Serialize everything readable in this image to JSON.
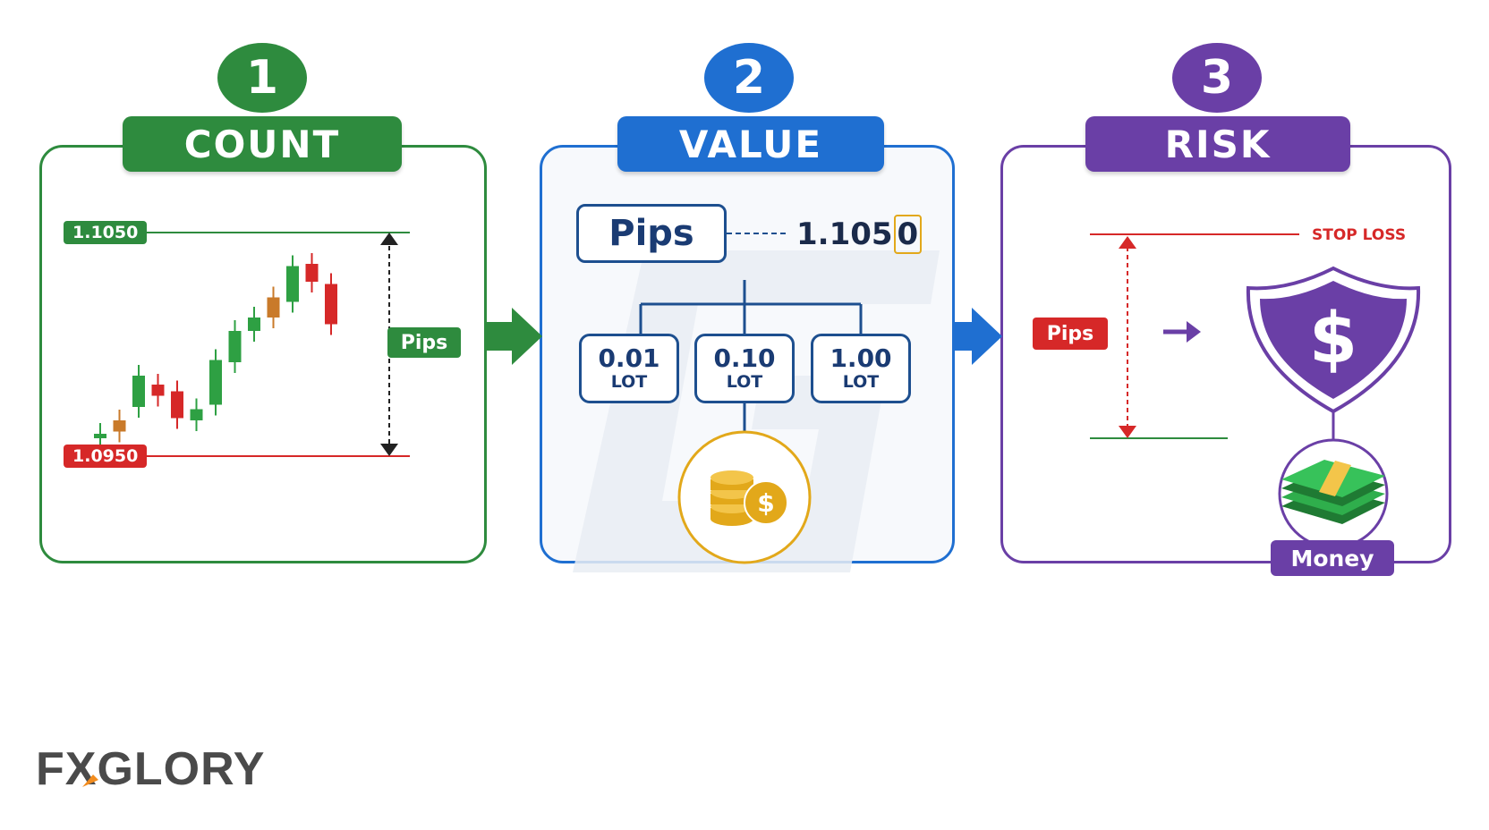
{
  "steps": [
    {
      "number": "1",
      "title": "COUNT",
      "color": "#2e8b3e"
    },
    {
      "number": "2",
      "title": "VALUE",
      "color": "#1f6fd1"
    },
    {
      "number": "3",
      "title": "RISK",
      "color": "#6a3fa6"
    }
  ],
  "count_panel": {
    "upper_price": "1.1050",
    "lower_price": "1.0950",
    "pips_label": "Pips",
    "candles": [
      {
        "open": 1.0958,
        "close": 1.096,
        "color": "green"
      },
      {
        "open": 1.0961,
        "close": 1.0966,
        "color": "orange"
      },
      {
        "open": 1.0972,
        "close": 1.0986,
        "color": "green"
      },
      {
        "open": 1.0982,
        "close": 1.0977,
        "color": "red"
      },
      {
        "open": 1.0979,
        "close": 1.0967,
        "color": "red"
      },
      {
        "open": 1.0966,
        "close": 1.0971,
        "color": "green"
      },
      {
        "open": 1.0973,
        "close": 1.0993,
        "color": "green"
      },
      {
        "open": 1.0992,
        "close": 1.1006,
        "color": "green"
      },
      {
        "open": 1.1006,
        "close": 1.1012,
        "color": "green"
      },
      {
        "open": 1.1012,
        "close": 1.1021,
        "color": "orange"
      },
      {
        "open": 1.1019,
        "close": 1.1035,
        "color": "green"
      },
      {
        "open": 1.1036,
        "close": 1.1028,
        "color": "red"
      },
      {
        "open": 1.1027,
        "close": 1.1009,
        "color": "red"
      }
    ]
  },
  "value_panel": {
    "pips_label": "Pips",
    "price_main": "1.105",
    "price_digit": "0",
    "lots": [
      {
        "value": "0.01",
        "unit": "LOT"
      },
      {
        "value": "0.10",
        "unit": "LOT"
      },
      {
        "value": "1.00",
        "unit": "LOT"
      }
    ],
    "coin_icon": "coins-dollar-icon"
  },
  "risk_panel": {
    "stop_loss_label": "STOP LOSS",
    "pips_label": "Pips",
    "shield_icon": "shield-dollar-icon",
    "money_icon": "cash-stack-icon",
    "money_label": "Money"
  },
  "brand": {
    "logo_prefix": "FX",
    "logo_suffix": "GLORY",
    "accent": "#f28c1e"
  }
}
